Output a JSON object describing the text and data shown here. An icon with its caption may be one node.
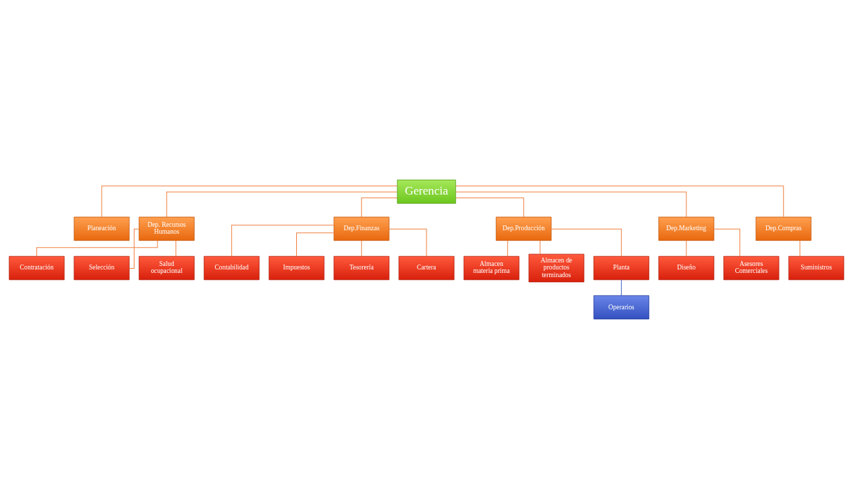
{
  "diagram": {
    "nodes": [
      {
        "text": [
          "Gerencia"
        ]
      },
      {
        "text": [
          "Planeación"
        ]
      },
      {
        "text": [
          "Dep. Recursos Humanos"
        ]
      },
      {
        "text": [
          "Dep.Finanzas"
        ]
      },
      {
        "text": [
          "Dep.Producción"
        ]
      },
      {
        "text": [
          "Dep.Marketing"
        ]
      },
      {
        "text": [
          "Dep.Compras"
        ]
      },
      {
        "text": [
          "Contratación"
        ]
      },
      {
        "text": [
          "Selección"
        ]
      },
      {
        "text": [
          "Salud ocupacional"
        ]
      },
      {
        "text": [
          "Contabilidad"
        ]
      },
      {
        "text": [
          "Impuestos"
        ]
      },
      {
        "text": [
          "Tesorería"
        ]
      },
      {
        "text": [
          "Cartera"
        ]
      },
      {
        "text": [
          "Almacen materia prima"
        ]
      },
      {
        "text": [
          "Almacen de productos terminados"
        ]
      },
      {
        "text": [
          "Planta"
        ]
      },
      {
        "text": [
          "Operarios"
        ]
      },
      {
        "text": [
          "Diseño"
        ]
      },
      {
        "text": [
          "Asesores Comerciales"
        ]
      },
      {
        "text": [
          "Suministros"
        ]
      }
    ],
    "edges": [
      {
        "from": 0,
        "to": 1,
        "arrow": "none"
      },
      {
        "from": 0,
        "to": 2,
        "arrow": "none"
      },
      {
        "from": 0,
        "to": 3,
        "arrow": "none"
      },
      {
        "from": 0,
        "to": 4,
        "arrow": "none"
      },
      {
        "from": 0,
        "to": 5,
        "arrow": "none"
      },
      {
        "from": 0,
        "to": 6,
        "arrow": "none"
      },
      {
        "from": 2,
        "to": 7,
        "arrow": "none"
      },
      {
        "from": 2,
        "to": 8,
        "arrow": "none"
      },
      {
        "from": 2,
        "to": 9,
        "arrow": "none"
      },
      {
        "from": 3,
        "to": 10,
        "arrow": "none"
      },
      {
        "from": 3,
        "to": 11,
        "arrow": "none"
      },
      {
        "from": 3,
        "to": 12,
        "arrow": "none"
      },
      {
        "from": 3,
        "to": 13,
        "arrow": "none"
      },
      {
        "from": 4,
        "to": 14,
        "arrow": "none"
      },
      {
        "from": 4,
        "to": 15,
        "arrow": "none"
      },
      {
        "from": 4,
        "to": 16,
        "arrow": "none"
      },
      {
        "from": 16,
        "to": 17,
        "arrow": "none",
        "color": "#3f5fc8"
      },
      {
        "from": 5,
        "to": 18,
        "arrow": "none"
      },
      {
        "from": 5,
        "to": 19,
        "arrow": "none"
      },
      {
        "from": 6,
        "to": 20,
        "arrow": "none"
      }
    ]
  }
}
